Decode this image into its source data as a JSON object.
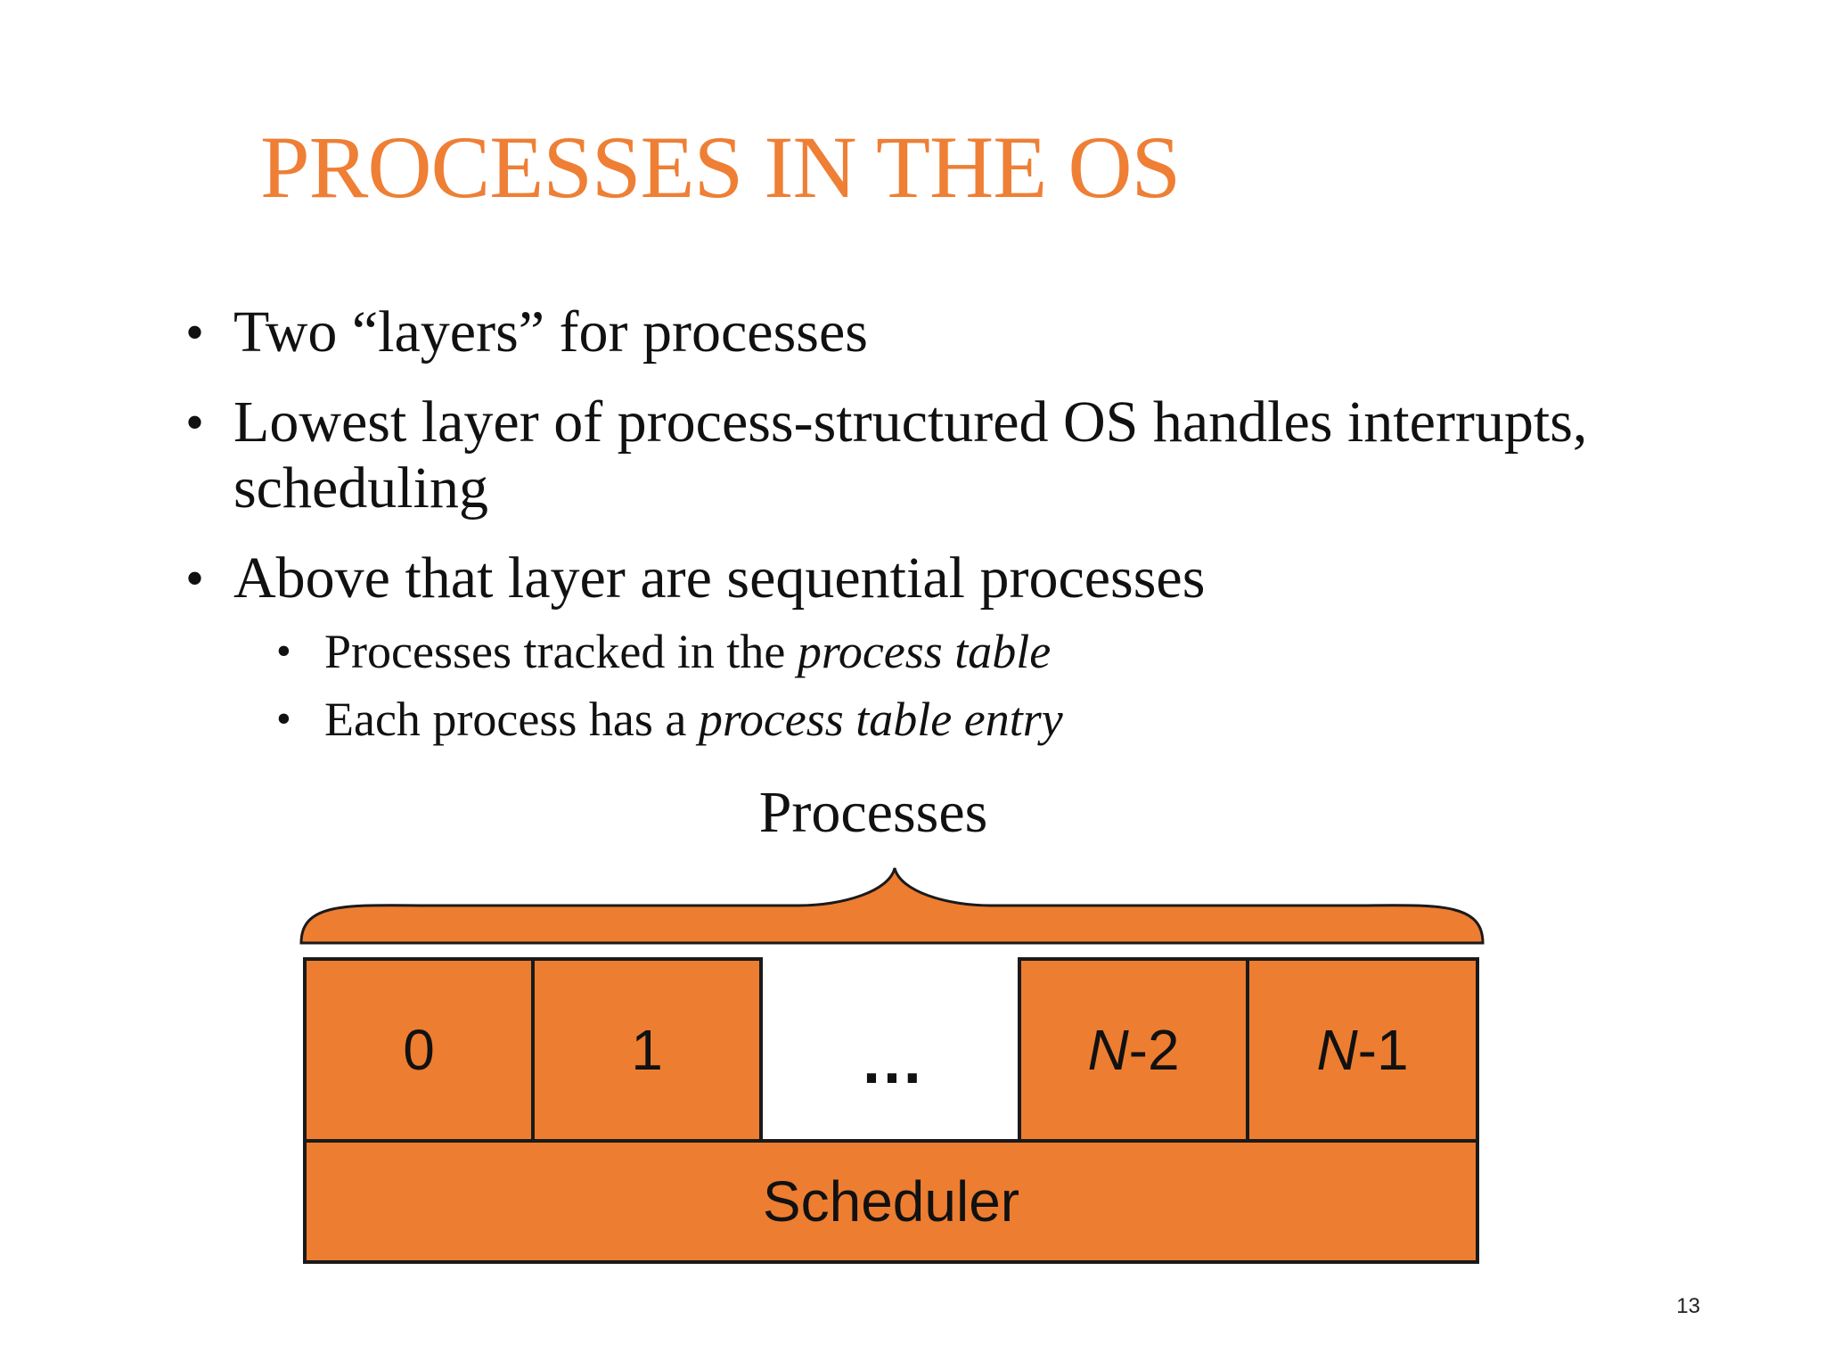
{
  "slide": {
    "title": "PROCESSES IN THE OS",
    "bullets": [
      {
        "text": "Two “layers” for processes"
      },
      {
        "line1": "Lowest layer of process-structured OS handles interrupts,",
        "line2": "scheduling"
      },
      {
        "text": "Above that layer are sequential processes"
      }
    ],
    "sub_bullets": [
      {
        "prefix": "Processes tracked in the ",
        "emphasis": "process table"
      },
      {
        "prefix": "Each process has a ",
        "emphasis": "process table entry"
      }
    ],
    "bullet_glyph": "•",
    "page_number": "13"
  },
  "diagram": {
    "group_label": "Processes",
    "cells": [
      {
        "var": "",
        "suffix": "0"
      },
      {
        "var": "",
        "suffix": "1"
      },
      {
        "var": "N",
        "suffix": "-2"
      },
      {
        "var": "N",
        "suffix": "-1"
      }
    ],
    "ellipsis": "…",
    "base_label": "Scheduler",
    "colors": {
      "accent": "#ed7d31",
      "title": "#ee7f35",
      "outline": "#1a1a1a",
      "text": "#111111"
    }
  }
}
